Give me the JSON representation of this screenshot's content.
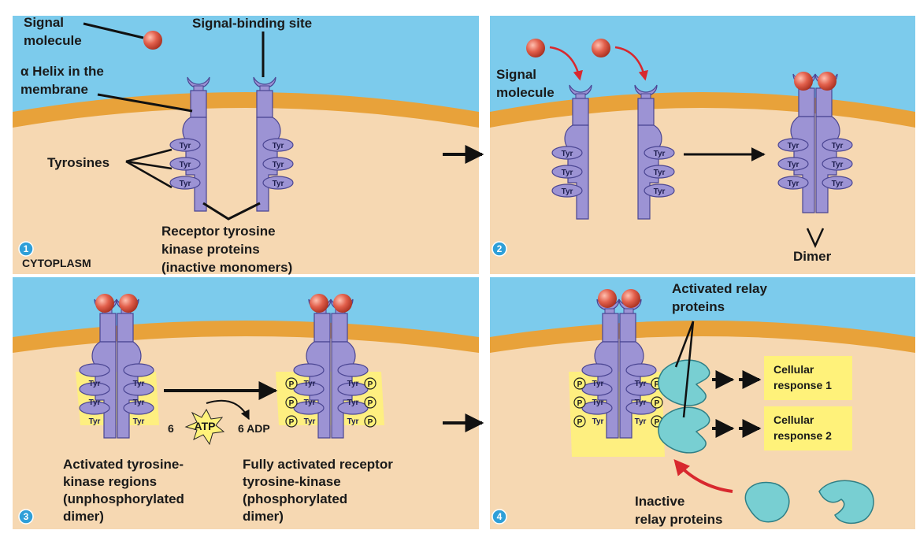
{
  "panels": [
    {
      "number": "1"
    },
    {
      "number": "2"
    },
    {
      "number": "3"
    },
    {
      "number": "4"
    }
  ],
  "labels": {
    "signal_molecule_line1": "Signal",
    "signal_molecule_line2": "molecule",
    "signal_binding_site": "Signal-binding site",
    "helix_line1": "α Helix in the",
    "helix_line2": "membrane",
    "tyrosines": "Tyrosines",
    "receptor_line1": "Receptor tyrosine",
    "receptor_line2": "kinase proteins",
    "receptor_line3": "(inactive monomers)",
    "cytoplasm": "CYTOPLASM",
    "p2_signal_line1": "Signal",
    "p2_signal_line2": "molecule",
    "dimer": "Dimer",
    "atp_count": "6",
    "atp": "ATP",
    "adp": "6 ADP",
    "activated_regions_line1": "Activated tyrosine-",
    "activated_regions_line2": "kinase regions",
    "activated_regions_line3": "(unphosphorylated",
    "activated_regions_line4": "dimer)",
    "fully_activated_line1": "Fully activated receptor",
    "fully_activated_line2": "tyrosine-kinase",
    "fully_activated_line3": "(phosphorylated",
    "fully_activated_line4": "dimer)",
    "activated_relay_line1": "Activated relay",
    "activated_relay_line2": "proteins",
    "inactive_relay_line1": "Inactive",
    "inactive_relay_line2": "relay proteins",
    "response1_line1": "Cellular",
    "response1_line2": "response 1",
    "response2_line1": "Cellular",
    "response2_line2": "response 2",
    "tyr": "Tyr",
    "phosphate": "P"
  },
  "colors": {
    "extracellular": "#7ccbec",
    "membrane": "#e8a23a",
    "cytoplasm": "#f6d8b2",
    "receptor": "#9c93d4",
    "receptor_edge": "#4a4592",
    "signal": "#e2604c",
    "relay": "#78cfd2",
    "highlight": "#fff27a",
    "arrow_red": "#d8282e",
    "number_badge": "#2f9fd8"
  }
}
